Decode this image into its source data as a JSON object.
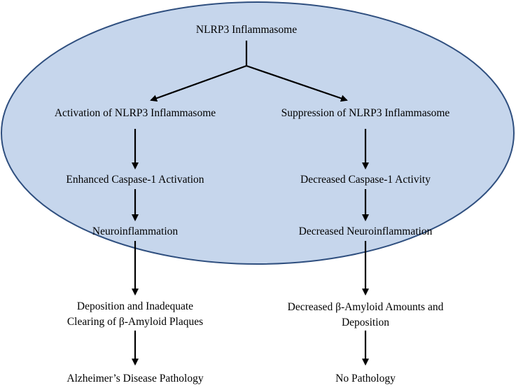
{
  "diagram": {
    "root": "NLRP3 Inflammasome",
    "left_branch": [
      "Activation of NLRP3 Inflammasome",
      "Enhanced Caspase-1 Activation",
      "Neuroinflammation",
      [
        "Deposition and Inadequate",
        "Clearing of β-Amyloid Plaques"
      ],
      "Alzheimer’s Disease Pathology"
    ],
    "right_branch": [
      "Suppression of NLRP3 Inflammasome",
      "Decreased Caspase-1 Activity",
      "Decreased Neuroinflammation",
      [
        "Decreased β-Amyloid Amounts and",
        "Deposition"
      ],
      "No Pathology"
    ],
    "colors": {
      "ellipse_fill": "#c6d6ec",
      "ellipse_stroke": "#2f4f7f",
      "arrow": "#000000",
      "text": "#000000"
    }
  }
}
